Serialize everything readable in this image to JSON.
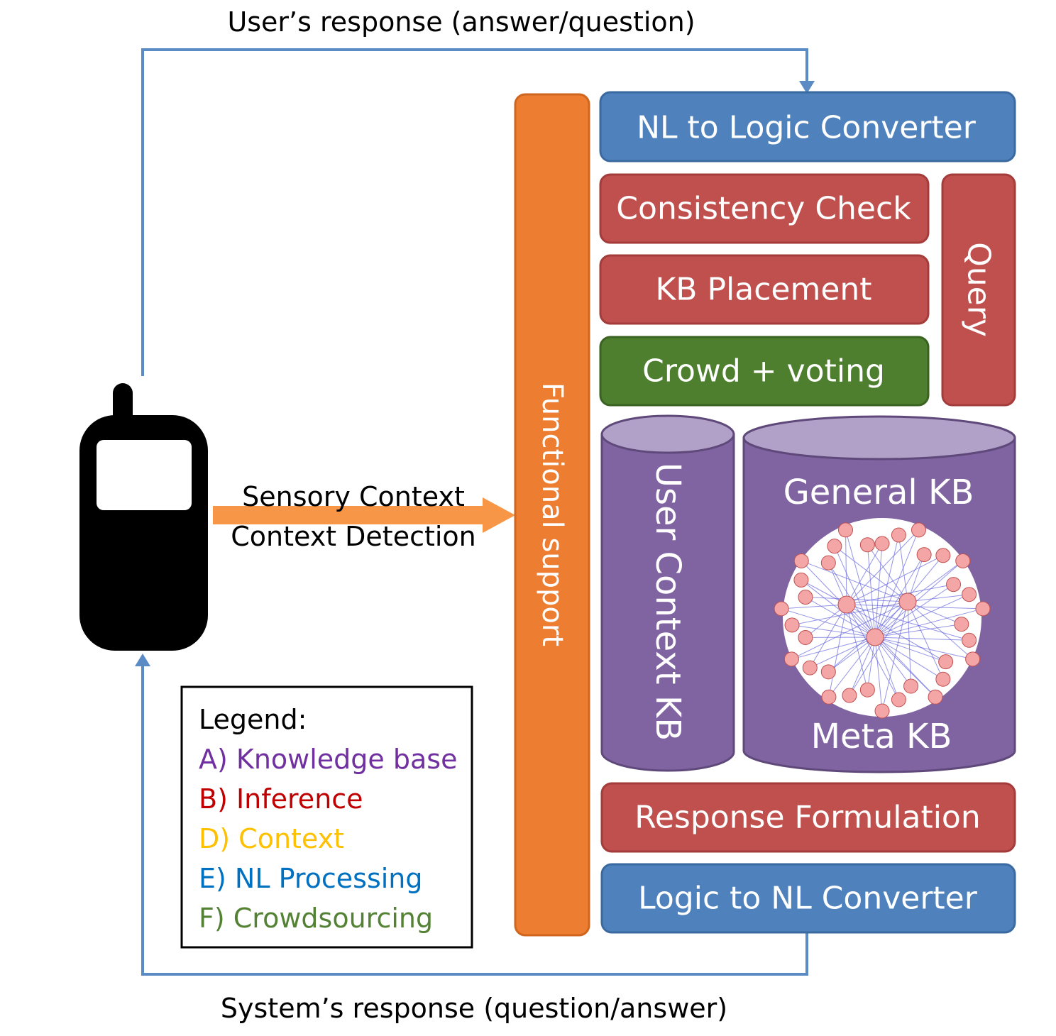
{
  "flow_labels": {
    "user_response": "User’s response (answer/question)",
    "system_response": "System’s response (question/answer)",
    "sensory_context": "Sensory Context",
    "context_detection": "Context Detection"
  },
  "blocks": {
    "functional_support": "Functional support",
    "nl_to_logic": "NL to Logic Converter",
    "consistency_check": "Consistency Check",
    "kb_placement": "KB Placement",
    "crowd_voting": "Crowd + voting",
    "query": "Query",
    "user_context_kb": "User Context KB",
    "general_kb": "General KB",
    "meta_kb": "Meta KB",
    "response_formulation": "Response Formulation",
    "logic_to_nl": "Logic to NL Converter"
  },
  "legend": {
    "title": "Legend:",
    "items": [
      {
        "label": "A) Knowledge base",
        "color": "#7030A0"
      },
      {
        "label": "B) Inference",
        "color": "#C00000"
      },
      {
        "label": "D) Context",
        "color": "#FFC000"
      },
      {
        "label": "E) NL Processing",
        "color": "#0070C0"
      },
      {
        "label": "F) Crowdsourcing",
        "color": "#548235"
      }
    ]
  },
  "colors": {
    "nl_blue": "#4F81BD",
    "inference_red": "#C0504D",
    "crowd_green": "#4E7F2E",
    "kb_purple": "#8064A2",
    "functional_orange": "#ED7D31",
    "arrow_orange": "#F79646",
    "flow_line": "#5B8BC4",
    "graph_node": "#F4A6A6",
    "graph_edge": "#6666DD"
  },
  "icons": {
    "phone": "mobile-phone-icon",
    "network": "knowledge-graph-icon"
  }
}
